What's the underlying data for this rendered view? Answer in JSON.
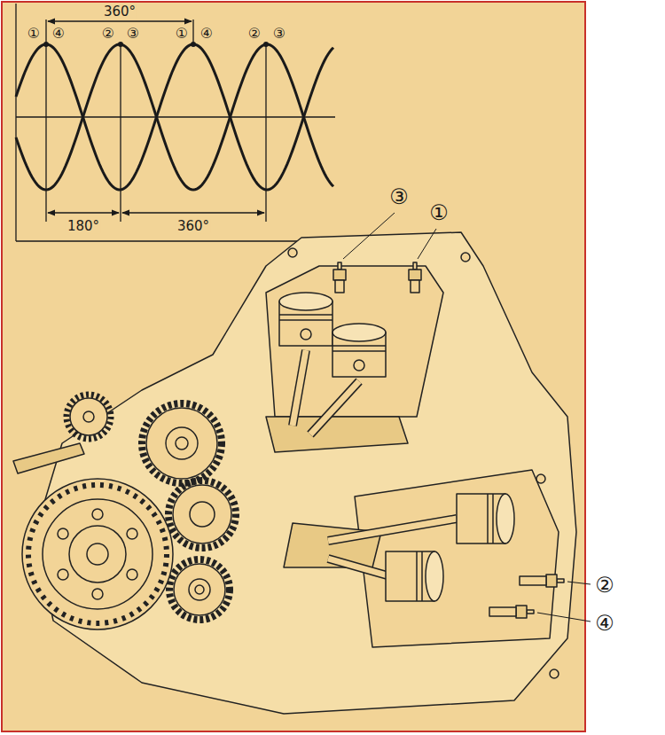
{
  "diagram": {
    "labels": [
      "360°",
      "①",
      "④",
      "②",
      "③",
      "①",
      "④",
      "②",
      "③",
      "180°",
      "360°",
      "③",
      "①",
      "②",
      "④"
    ]
  }
}
